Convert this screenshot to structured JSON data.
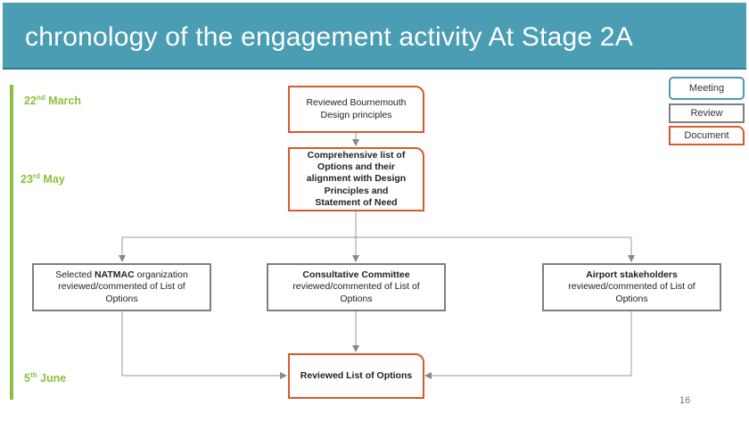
{
  "slide": {
    "title": "chronology of the engagement activity At Stage 2A",
    "page_number": "16"
  },
  "timeline": {
    "date1": {
      "day": "22",
      "suffix": "nd",
      "month": "March"
    },
    "date2": {
      "day": "23",
      "suffix": "rd",
      "month": "May"
    },
    "date3": {
      "day": "5",
      "suffix": "th",
      "month": "June"
    }
  },
  "legend": {
    "meeting": "Meeting",
    "review": "Review",
    "document": "Document"
  },
  "nodes": {
    "reviewed_principles": {
      "line1": "Reviewed Bournemouth",
      "line2": "Design principles"
    },
    "comprehensive_list": {
      "line1": "Comprehensive list of",
      "line2": "Options and their",
      "line3": "alignment with Design",
      "line4": "Principles and",
      "line5": "Statement of Need"
    },
    "natmac": {
      "prefix": "Selected ",
      "bold": "NATMAC",
      "suffix": " organization",
      "line2": "reviewed/commented of List of",
      "line3": "Options"
    },
    "consultative": {
      "bold": "Consultative Committee",
      "line2": "reviewed/commented of List of",
      "line3": "Options"
    },
    "airport": {
      "bold": "Airport stakeholders",
      "line2": "reviewed/commented  of List of",
      "line3": "Options"
    },
    "reviewed_list": {
      "label": "Reviewed List of Options"
    }
  },
  "colors": {
    "title_bar": "#4a9db3",
    "timeline": "#8cbf3f",
    "document_border": "#d9582b",
    "review_border": "#7f7f7f",
    "meeting_border": "#4a9db3"
  }
}
